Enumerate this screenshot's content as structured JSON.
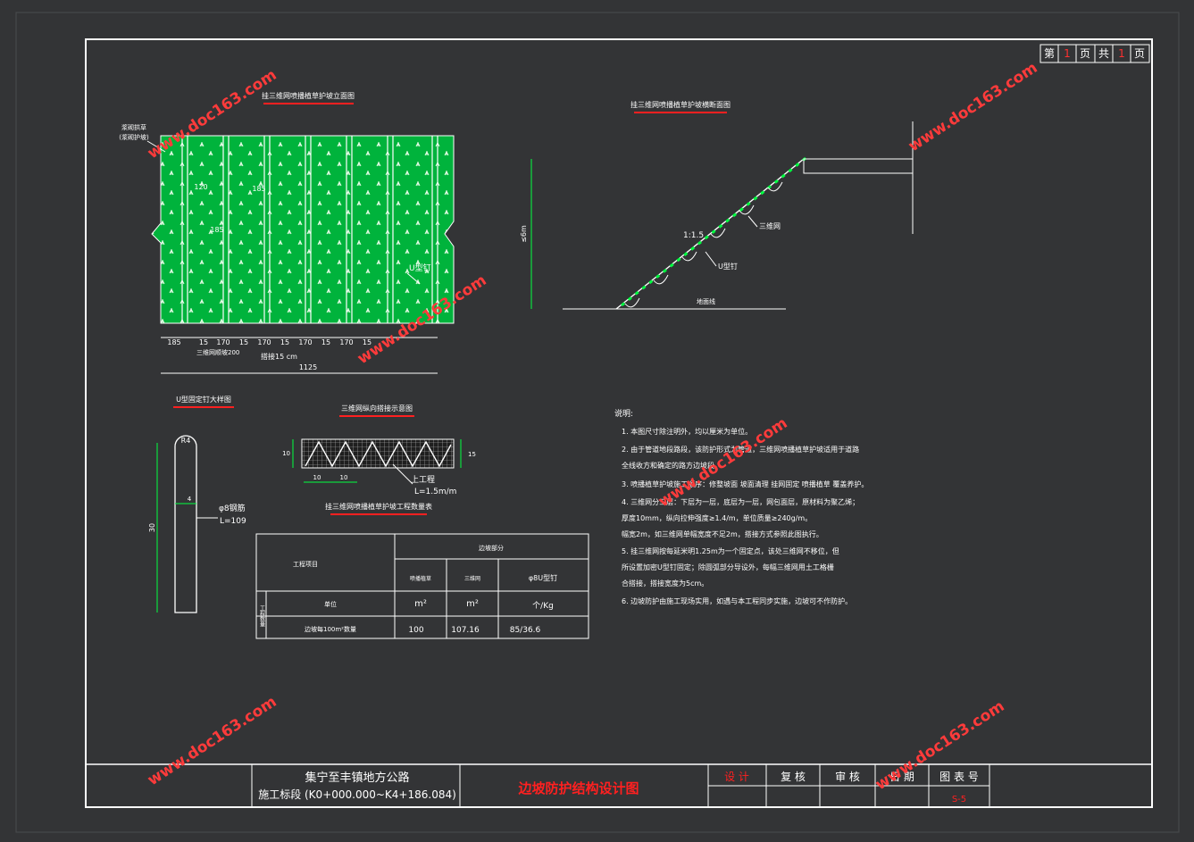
{
  "page_counter": {
    "di": "第",
    "page": "1",
    "ye": "页",
    "gong": "共",
    "total": "1",
    "ye2": "页"
  },
  "watermark": "www.doc163.com",
  "elevation": {
    "title": "挂三维网喷播植草护坡立面图",
    "edge_label": "浆砌拱草",
    "edge_label2": "(浆砌护坡)",
    "dim_185a": "185",
    "dim_185b": "185",
    "dim_185c": "185",
    "dim_120": "120",
    "u_nail": "U型钉",
    "bottom_dims": [
      "185",
      "15",
      "170",
      "15",
      "170",
      "15",
      "170",
      "15",
      "170",
      "15"
    ],
    "range_note": "三维网顺坡200",
    "overlap_note": "搭接15 cm",
    "total": "1125"
  },
  "section": {
    "title": "挂三维网喷播植草护坡横断面图",
    "height": "≤6m",
    "slope": "1:1.5",
    "net": "三维网",
    "nail": "U型钉",
    "ground": "地面线"
  },
  "u_nail_detail": {
    "title": "U型固定钉大样图",
    "top_dim": "R4",
    "width_dim": "4",
    "rebar": "φ8钢筋",
    "length_note": "L=109",
    "height_dim": "30"
  },
  "overlap_detail": {
    "title": "三维网纵向搭接示意图",
    "d1": "10",
    "d2": "10",
    "d3": "10",
    "h": "15",
    "note1": "上工程",
    "note2": "L=1.5m/m"
  },
  "quantity_table": {
    "title": "挂三维网喷播植草护坡工程数量表",
    "header_item": "工程项目",
    "header_group": "边坡部分",
    "cols": [
      "喷播植草",
      "三维网",
      "φ8U型钉"
    ],
    "side_label": "工程数量",
    "unit_label": "单位",
    "units": [
      "m²",
      "m²",
      "个/Kg"
    ],
    "row_label": "边坡每100m²数量",
    "values": [
      "100",
      "107.16",
      "85/36.6"
    ]
  },
  "notes": {
    "heading": "说明:",
    "items": [
      "1. 本图尺寸除注明外，均以厘米为单位。",
      "2. 由于管道地段路段，该防护形式为管道，三维网喷播植草护坡适用于道路",
      "   全线收方和确定的路方边坡段。",
      "3. 喷播植草护坡施工顺序：修整坡面  坡面清理  挂网固定  喷播植草  覆盖养护。",
      "4. 三维网分三层：下层为一层，底层为一层，网包面层，原材料为聚乙烯；",
      "厚度10mm，纵向拉伸强度≥1.4/m，单位质量≥240g/m。",
      "   幅宽2m，如三维网单幅宽度不足2m，搭接方式参照此图执行。",
      "5. 挂三维网按每延米明1.25m为一个固定点，该处三维网不移位，但",
      "   所设置加密U型钉固定；除圆弧部分导设外，每幅三维网用土工格栅",
      "   合搭接，搭接宽度为5cm。",
      "6. 边坡防护由施工现场实用，如遇与本工程同步实施，边坡可不作防护。"
    ]
  },
  "title_block": {
    "project1": "集宁至丰镇地方公路",
    "project2": "施工标段 (K0+000.000~K4+186.084)",
    "drawing_title": "边坡防护结构设计图",
    "design": "设 计",
    "check": "复 核",
    "review": "审 核",
    "date": "日 期",
    "sheet_no_label": "图 表 号",
    "sheet_no": "S-5"
  }
}
